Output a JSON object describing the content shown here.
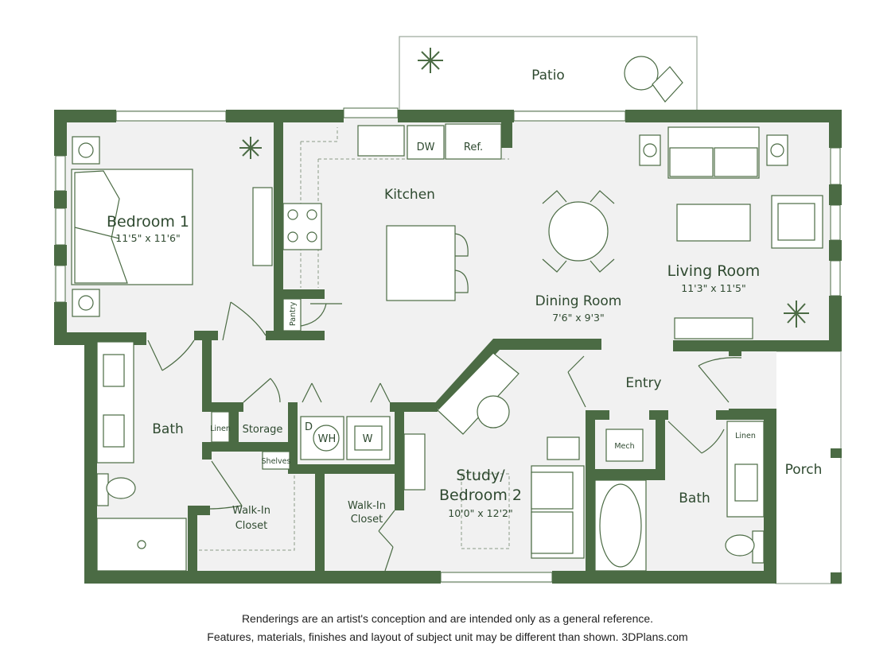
{
  "rooms": {
    "bedroom1": {
      "name": "Bedroom 1",
      "size": "11'5\" x 11'6\""
    },
    "kitchen": {
      "name": "Kitchen"
    },
    "dining": {
      "name": "Dining Room",
      "size": "7'6\" x 9'3\""
    },
    "living": {
      "name": "Living Room",
      "size": "11'3\" x 11'5\""
    },
    "patio": {
      "name": "Patio"
    },
    "entry": {
      "name": "Entry"
    },
    "bath1": {
      "name": "Bath"
    },
    "bath2": {
      "name": "Bath"
    },
    "storage": {
      "name": "Storage"
    },
    "walkin1": {
      "line1": "Walk-In",
      "line2": "Closet"
    },
    "walkin2": {
      "line1": "Walk-In",
      "line2": "Closet"
    },
    "study": {
      "line1": "Study/",
      "line2": "Bedroom 2",
      "size": "10'0\" x 12'2\""
    },
    "porch": {
      "name": "Porch"
    }
  },
  "fixtures": {
    "dw": "DW",
    "ref": "Ref.",
    "pantry": "Pantry",
    "linen1": "Linen",
    "linen2": "Linen",
    "shelves": "Shelves",
    "wh": "WH",
    "w": "W",
    "d": "D",
    "mech": "Mech"
  },
  "disclaimer": {
    "line1": "Renderings are an artist's conception and are intended only as a general reference.",
    "line2": "Features, materials, finishes and layout of subject unit may be different than shown. 3DPlans.com"
  },
  "colors": {
    "wall": "#4b6b44",
    "floor": "#f1f1f1",
    "text": "#2f4a30"
  }
}
